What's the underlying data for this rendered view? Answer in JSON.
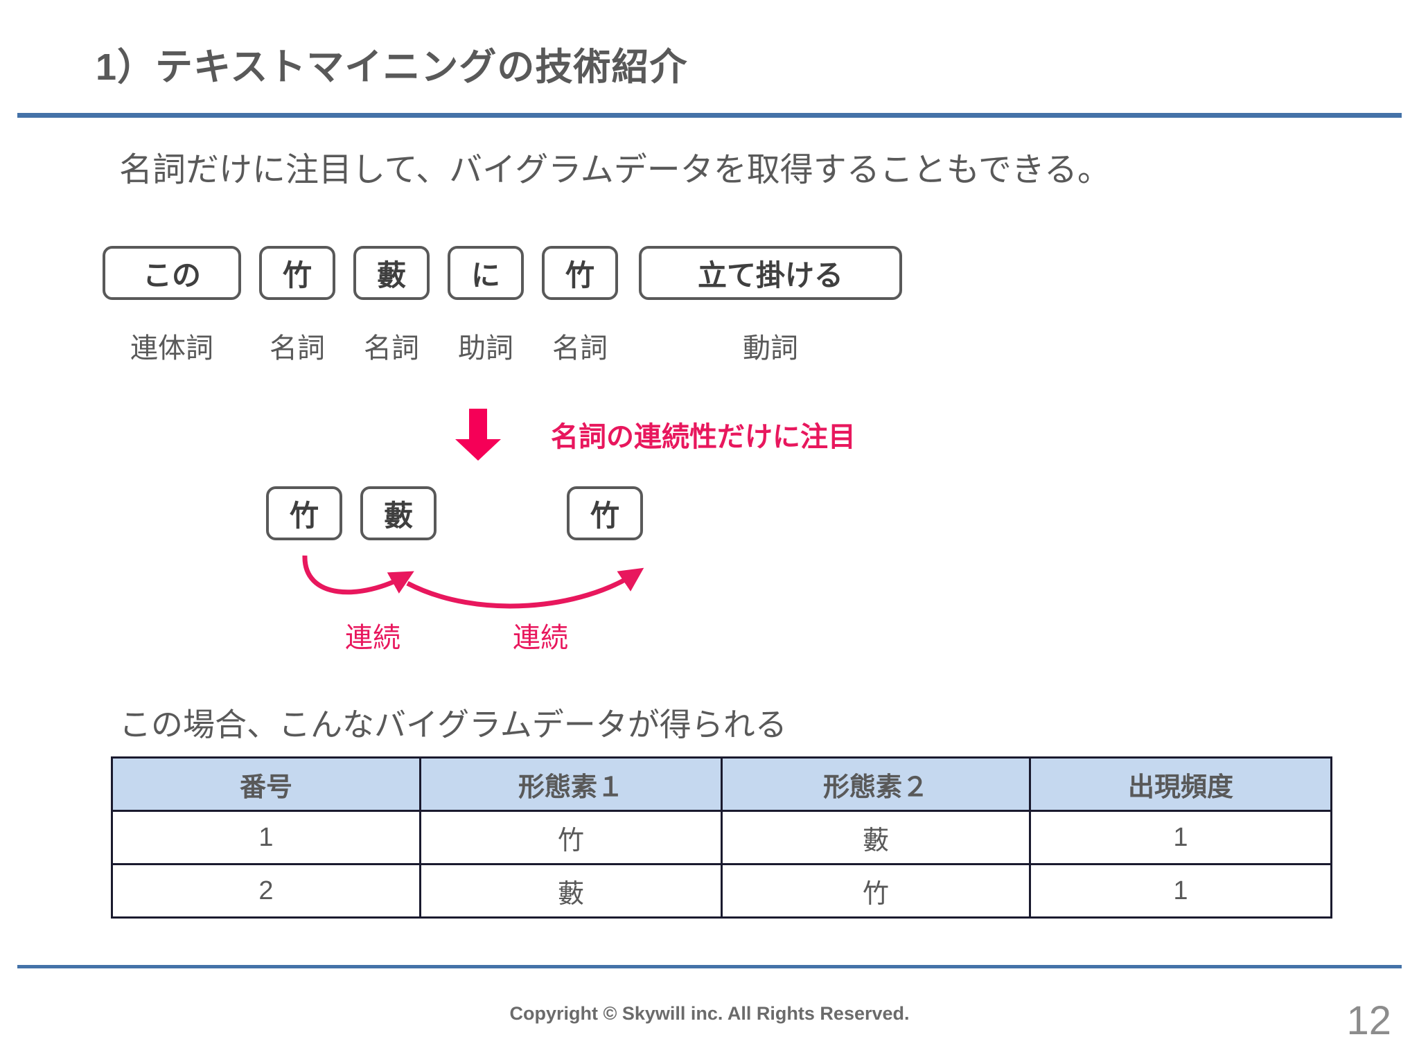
{
  "slide": {
    "title": "1）テキストマイニングの技術紹介",
    "page_number": "12",
    "accent_blue": "#4472A8",
    "accent_pink": "#E8175D",
    "text_gray": "#595959",
    "header_fill": "#C5D8EF"
  },
  "lead_in": {
    "line1": "名詞だけに注目して、バイグラムデータを取得することもできる。",
    "line2": "この場合、こんなバイグラムデータが得られる"
  },
  "morphemes": {
    "tokens": [
      {
        "text": "この",
        "pos": "連体詞",
        "width": "wide"
      },
      {
        "text": "竹",
        "pos": "名詞",
        "width": "narrow"
      },
      {
        "text": "藪",
        "pos": "名詞",
        "width": "narrow"
      },
      {
        "text": "に",
        "pos": "助詞",
        "width": "narrow"
      },
      {
        "text": "竹",
        "pos": "名詞",
        "width": "narrow"
      },
      {
        "text": "立て掛ける",
        "pos": "動詞",
        "width": "verb"
      }
    ]
  },
  "transform": {
    "arrow_icon": "down-arrow-icon",
    "note": "名詞の連続性だけに注目"
  },
  "nouns_only": {
    "tokens": [
      {
        "text": "竹"
      },
      {
        "text": "藪"
      },
      {
        "text": "竹"
      }
    ],
    "link_label_1": "連続",
    "link_label_2": "連続"
  },
  "table": {
    "headers": [
      "番号",
      "形態素１",
      "形態素２",
      "出現頻度"
    ],
    "rows": [
      [
        "1",
        "竹",
        "藪",
        "1"
      ],
      [
        "2",
        "藪",
        "竹",
        "1"
      ]
    ]
  },
  "footer": {
    "copyright": "Copyright © Skywill inc. All Rights Reserved."
  }
}
